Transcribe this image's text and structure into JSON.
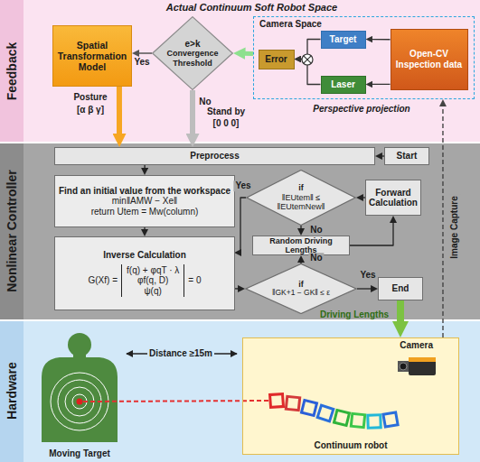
{
  "diagram": {
    "nodes": [
      {
        "text": [
          "Feedback",
          "Actual Continuum Soft Robot Space"
        ]
      },
      {
        "text": [
          "Spatial Transformation Model"
        ],
        "in": 0
      },
      {
        "text": [
          "e>k",
          "Convergence Threshold"
        ],
        "in": 0
      },
      {
        "text": [
          "Camera Space"
        ],
        "in": 0
      },
      {
        "text": [
          "Error"
        ],
        "in": 3
      },
      {
        "text": [
          "Target"
        ],
        "in": 3
      },
      {
        "text": [
          "Laser"
        ],
        "in": 3
      },
      {
        "text": [
          "Open-CV Inspection data"
        ],
        "in": 3
      },
      {
        "text": [
          "Nonlinear Controller"
        ]
      },
      {
        "text": [
          "Preprocess"
        ],
        "in": 8
      },
      {
        "text": [
          "Start"
        ],
        "in": 8
      },
      {
        "text": [
          "Find an initial value from the workspace",
          "min‖AMW − Xe‖",
          "return Utem = Mw(column)"
        ],
        "in": 8
      },
      {
        "text": [
          "if",
          "‖EUtem‖ ≤ ‖EUtemNew‖"
        ],
        "in": 8
      },
      {
        "text": [
          "Forward Calculation"
        ],
        "in": 8
      },
      {
        "text": [
          "Random Driving Lengths"
        ],
        "in": 8
      },
      {
        "text": [
          "Inverse Calculation",
          "G(Xf) =",
          "f(q) + φqT · λ",
          "φf(q, D)",
          "ψ(q)",
          "= 0"
        ],
        "in": 8
      },
      {
        "text": [
          "if",
          "‖GK+1 − GK‖ ≤ ε"
        ],
        "in": 8
      },
      {
        "text": [
          "End"
        ],
        "in": 8
      },
      {
        "text": [
          "Hardware"
        ]
      },
      {
        "text": [
          "Camera",
          "Continuum robot"
        ],
        "in": 18
      }
    ],
    "edges": [
      {
        "from": 7,
        "to": 5,
        "arrow": "to"
      },
      {
        "from": 7,
        "to": 6,
        "arrow": "to"
      },
      {
        "from": 5,
        "to": 4,
        "arrow": "to"
      },
      {
        "from": 6,
        "to": 4,
        "arrow": "to"
      },
      {
        "from": 3,
        "to": 2,
        "arrow": "to"
      },
      {
        "from": 2,
        "to": 1,
        "label": "Yes",
        "arrow": "to"
      },
      {
        "from": 1,
        "to": 9,
        "arrow": "to"
      },
      {
        "from": 2,
        "to": 9,
        "label": "No",
        "arrow": "to"
      },
      {
        "from": 10,
        "to": 9,
        "arrow": "to"
      },
      {
        "from": 9,
        "to": 11,
        "arrow": "to"
      },
      {
        "from": 11,
        "to": 15,
        "arrow": "to"
      },
      {
        "from": 15,
        "to": 16,
        "arrow": "to"
      },
      {
        "from": 16,
        "to": 17,
        "label": "Yes",
        "arrow": "to"
      },
      {
        "from": 16,
        "to": 14,
        "label": "No",
        "arrow": "to"
      },
      {
        "from": 14,
        "to": 13,
        "arrow": "to"
      },
      {
        "from": 13,
        "to": 12,
        "arrow": "to"
      },
      {
        "from": 12,
        "to": 14,
        "label": "No",
        "arrow": "to"
      },
      {
        "from": 12,
        "to": 15,
        "label": "Yes",
        "arrow": "to"
      },
      {
        "from": 17,
        "to": 19,
        "label": "Driving Lengths",
        "arrow": "to"
      },
      {
        "from": 19,
        "to": 3,
        "label": "Image Capture",
        "arrow": "to"
      }
    ],
    "labels": [
      "Posture",
      "[α β γ]",
      "Stand by",
      "[0 0 0]",
      "Perspective projection",
      "Moving Target",
      "Distance ≥15m"
    ]
  }
}
